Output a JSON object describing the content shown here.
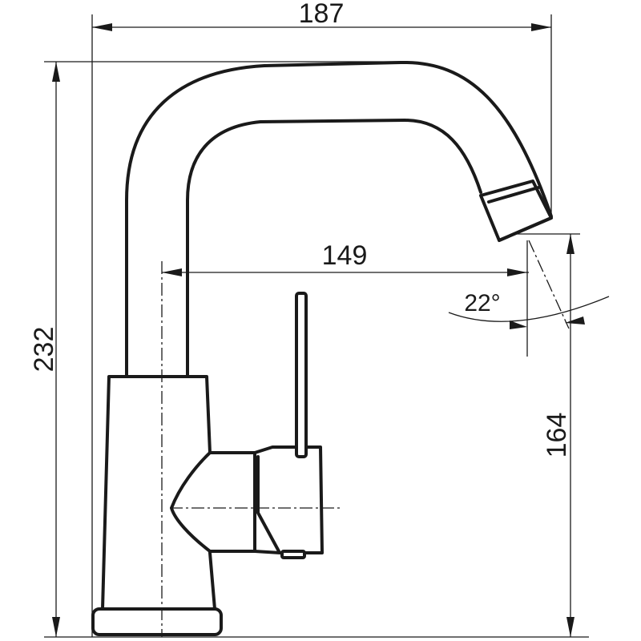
{
  "dimensions": {
    "total_width": "187",
    "total_height": "232",
    "spout_reach": "149",
    "spout_height": "164",
    "spout_angle": "22°"
  },
  "colors": {
    "line": "#1a1a1a",
    "background": "#ffffff"
  }
}
